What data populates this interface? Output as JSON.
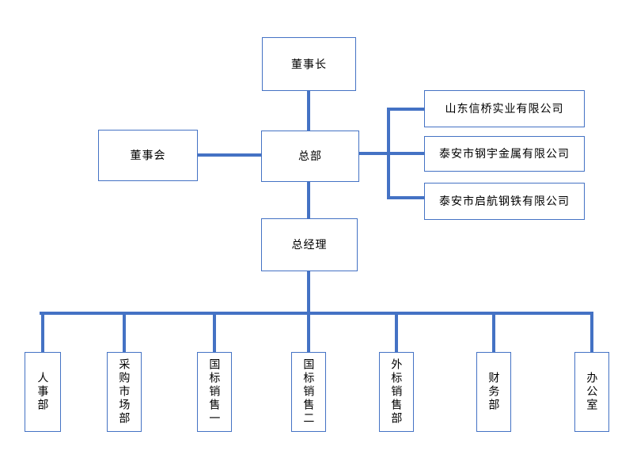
{
  "colors": {
    "accent": "#4472C4",
    "text": "#000000",
    "background": "#ffffff"
  },
  "org": {
    "chairman": {
      "label": "董事长"
    },
    "board": {
      "label": "董事会"
    },
    "headquarters": {
      "label": "总部"
    },
    "general_manager": {
      "label": "总经理"
    },
    "companies": [
      {
        "label": "山东信桥实业有限公司"
      },
      {
        "label": "泰安市钢宇金属有限公司"
      },
      {
        "label": "泰安市启航钢铁有限公司"
      }
    ],
    "departments": [
      {
        "label": "人事部"
      },
      {
        "label": "采购市场部"
      },
      {
        "label": "国标销售一"
      },
      {
        "label": "国标销售二"
      },
      {
        "label": "外标销售部"
      },
      {
        "label": "财务部"
      },
      {
        "label": "办公室"
      }
    ]
  }
}
